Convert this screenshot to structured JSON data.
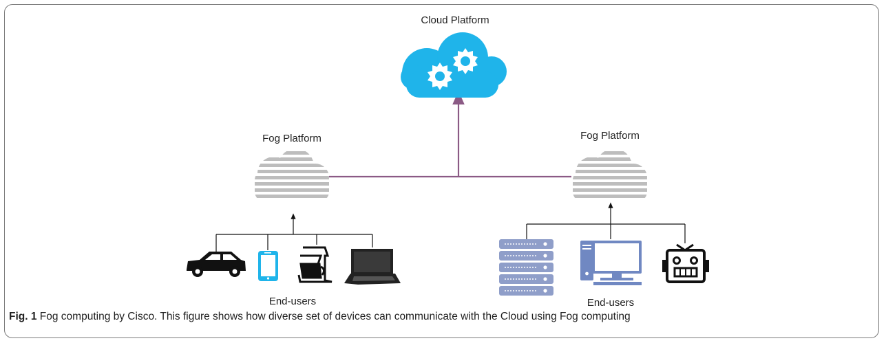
{
  "labels": {
    "cloud_platform": "Cloud Platform",
    "fog_platform_left": "Fog Platform",
    "fog_platform_right": "Fog Platform",
    "end_users_left": "End-users",
    "end_users_right": "End-users"
  },
  "caption": {
    "prefix": "Fig. 1",
    "text": " Fog computing by Cisco. This figure shows how diverse set of devices can communicate with the Cloud using Fog computing"
  },
  "colors": {
    "cloud_blue": "#1fb4ea",
    "connector_purple": "#8b5a85",
    "fog_grey": "#bdbdbd",
    "device_black": "#111111",
    "phone_blue": "#1fb4ea",
    "server_blue": "#8f9ec9",
    "desktop_blue": "#7088c2"
  },
  "icons": {
    "cloud": "cloud-gears-icon",
    "fog": "fog-cloud-icon",
    "devices_left": [
      "car-icon",
      "smartphone-icon",
      "coffee-maker-icon",
      "laptop-icon"
    ],
    "devices_right": [
      "server-rack-icon",
      "desktop-computer-icon",
      "robot-icon"
    ]
  }
}
